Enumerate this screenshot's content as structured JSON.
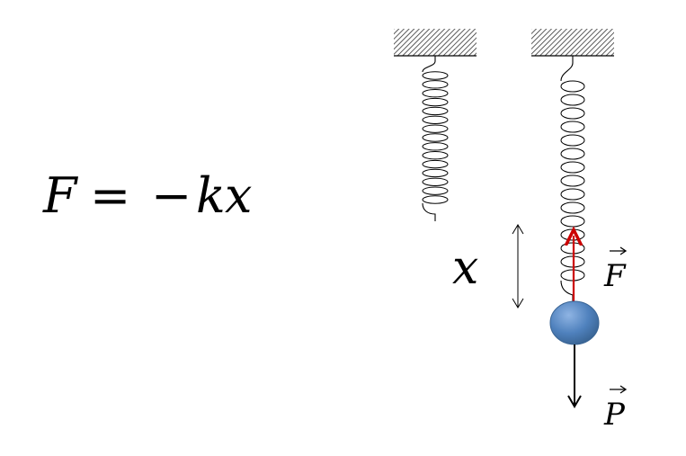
{
  "equation": {
    "F": "F",
    "equals": "=",
    "minus": "−",
    "k": "k",
    "x": "x"
  },
  "labels": {
    "displacement": "x",
    "force": "F",
    "weight": "P"
  },
  "colors": {
    "spring_force_arrow": "#cc0000",
    "weight_arrow": "#000000",
    "mass_fill": "#4f81bd",
    "mass_highlight": "#8fb4e3",
    "mass_edge": "#3a6595",
    "ceiling_hatch": "#333333"
  },
  "icons": {
    "force_vector_mark": "arrow-over",
    "weight_vector_mark": "arrow-over"
  }
}
